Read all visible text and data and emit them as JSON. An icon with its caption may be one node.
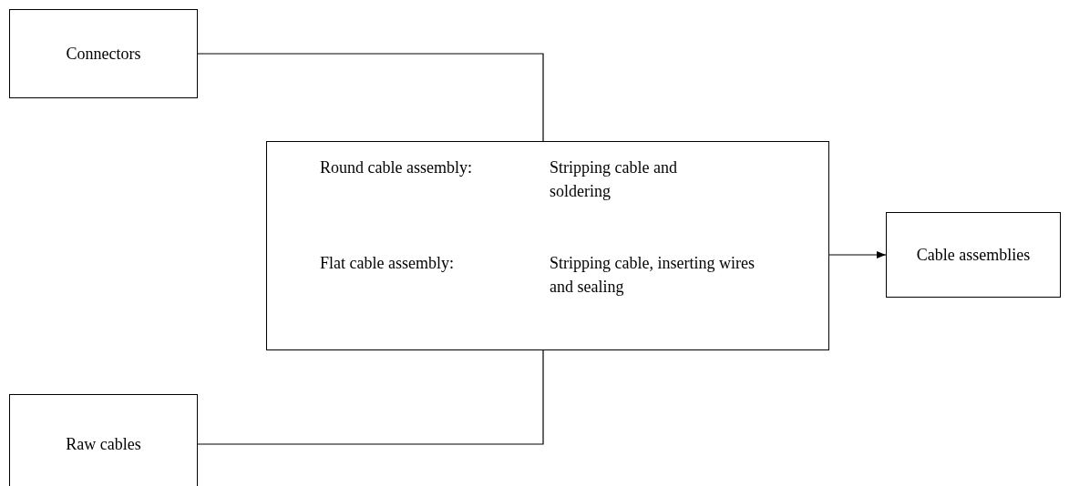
{
  "diagram": {
    "nodes": [
      {
        "text": [
          "Connectors"
        ]
      },
      {
        "text": [
          "Round cable assembly:",
          "Stripping cable and soldering",
          "Flat cable assembly:",
          "Stripping cable, inserting wires and sealing"
        ]
      },
      {
        "text": [
          "Cable assemblies"
        ]
      },
      {
        "text": [
          "Raw cables"
        ]
      }
    ],
    "edges": [
      {
        "from": 0,
        "to": 1,
        "arrow": "none"
      },
      {
        "from": 3,
        "to": 1,
        "arrow": "none"
      },
      {
        "from": 1,
        "to": 2,
        "arrow": "to"
      }
    ]
  }
}
